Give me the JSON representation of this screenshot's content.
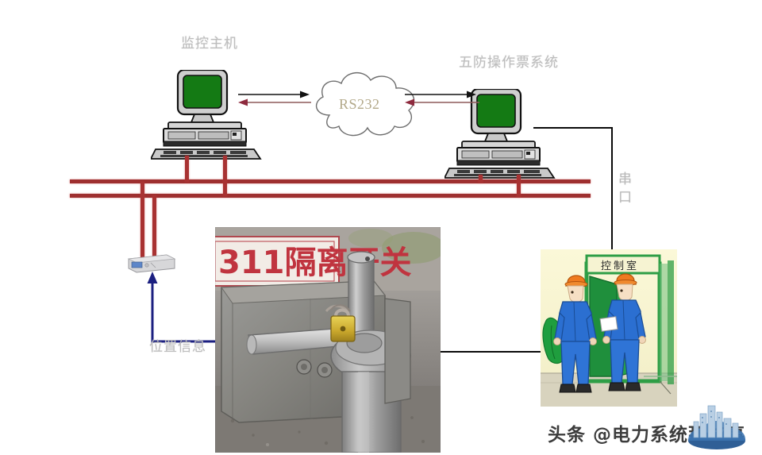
{
  "diagram": {
    "title_hidden": "",
    "background_color": "#ffffff",
    "labels": {
      "monitor_host": "监控主机",
      "five_prevention_system": "五防操作票系统",
      "serial_port": "串口",
      "position_info": "位置信息",
      "rs232": "RS232"
    },
    "colors": {
      "bus_red": "#9e2f2f",
      "bus_red_light": "#b94040",
      "serial_black": "#0a0a0a",
      "position_blue": "#1b1f80",
      "screen_green": "#147a14",
      "label_gray": "#bdbdbd",
      "rs232_text": "#b3a98a"
    },
    "nodes": [
      {
        "id": "pc-monitor-host",
        "label": "监控主机",
        "type": "desktop-computer",
        "screen_color": "#147a14"
      },
      {
        "id": "pc-five-prevention",
        "label": "五防操作票系统",
        "type": "desktop-computer",
        "screen_color": "#147a14"
      },
      {
        "id": "cloud-rs232",
        "label": "RS232",
        "type": "cloud"
      },
      {
        "id": "device-position-sensor",
        "label": "",
        "type": "sensor-box"
      }
    ],
    "photos": {
      "switch_photo": {
        "caption_on_sign": "311隔离开关",
        "description": "隔离开关机构箱与挂锁照片"
      },
      "control_room_photo": {
        "door_sign": "控制室",
        "description": "两名穿蓝色工作服戴橙色安全帽的工作人员走向控制室"
      }
    },
    "watermark": {
      "text": "头条 @电力系统那些事"
    }
  }
}
